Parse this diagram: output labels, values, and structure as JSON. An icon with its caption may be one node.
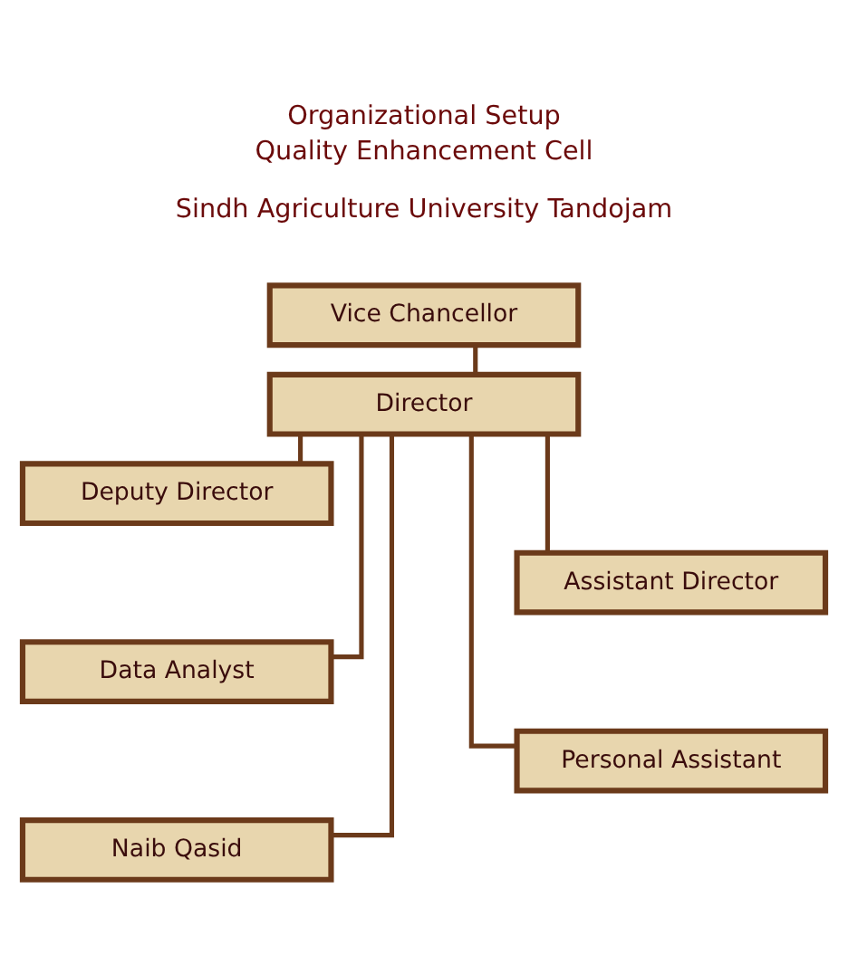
{
  "diagram": {
    "title": "Organizational Setup",
    "nodes": [
      {
        "text": [
          "Vice Chancellor"
        ]
      },
      {
        "text": [
          "Director"
        ]
      },
      {
        "text": [
          "Deputy Director"
        ]
      },
      {
        "text": [
          "Assistant Director"
        ]
      },
      {
        "text": [
          "Data Analyst"
        ]
      },
      {
        "text": [
          "Personal Assistant"
        ]
      },
      {
        "text": [
          "Naib Qasid"
        ]
      }
    ],
    "edges": [
      {
        "from": 0,
        "to": 1,
        "arrow": "none"
      },
      {
        "from": 1,
        "to": 2,
        "arrow": "none"
      },
      {
        "from": 1,
        "to": 3,
        "arrow": "none"
      },
      {
        "from": 1,
        "to": 4,
        "arrow": "none"
      },
      {
        "from": 1,
        "to": 5,
        "arrow": "none"
      },
      {
        "from": 1,
        "to": 6,
        "arrow": "none"
      }
    ],
    "labels": [
      "Quality Enhancement Cell",
      "Sindh Agriculture University Tandojam"
    ]
  }
}
